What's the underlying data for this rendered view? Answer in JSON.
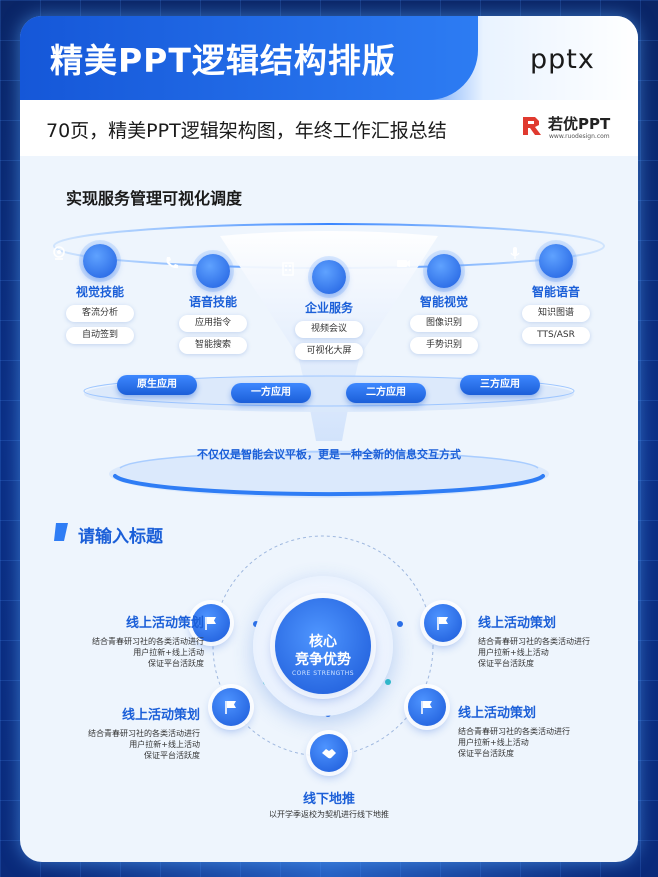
{
  "header": {
    "title": "精美PPT逻辑结构排版",
    "format": "pptx",
    "subtitle": "70页，精美PPT逻辑架构图，年终工作汇报总结",
    "brand_name": "若优PPT",
    "brand_url": "www.ruodesign.com"
  },
  "section1": {
    "title": "实现服务管理可视化调度",
    "nodes": [
      {
        "icon": "vision-icon",
        "title": "视觉技能",
        "items": [
          "客流分析",
          "自动签到"
        ]
      },
      {
        "icon": "phone-icon",
        "title": "语音技能",
        "items": [
          "应用指令",
          "智能搜索"
        ]
      },
      {
        "icon": "building-icon",
        "title": "企业服务",
        "items": [
          "视频会议",
          "可视化大屏"
        ]
      },
      {
        "icon": "camera-icon",
        "title": "智能视觉",
        "items": [
          "图像识别",
          "手势识别"
        ]
      },
      {
        "icon": "voice-icon",
        "title": "智能语音",
        "items": [
          "知识图谱",
          "TTS/ASR"
        ]
      }
    ],
    "apps": [
      "原生应用",
      "一方应用",
      "二方应用",
      "三方应用"
    ],
    "platform_text": "不仅仅是智能会议平板，更是一种全新的信息交互方式"
  },
  "section2": {
    "title": "请输入标题",
    "core": {
      "line1": "核心",
      "line2": "竞争优势",
      "en": "CORE STRENGTHS"
    },
    "strategies": [
      {
        "title": "线上活动策划",
        "desc": [
          "结合青春研习社的各类活动进行",
          "用户拉新+线上活动",
          "保证平台活跃度"
        ]
      },
      {
        "title": "线上活动策划",
        "desc": [
          "结合青春研习社的各类活动进行",
          "用户拉新+线上活动",
          "保证平台活跃度"
        ]
      },
      {
        "title": "线上活动策划",
        "desc": [
          "结合青春研习社的各类活动进行",
          "用户拉新+线上活动",
          "保证平台活跃度"
        ]
      },
      {
        "title": "线上活动策划",
        "desc": [
          "结合青春研习社的各类活动进行",
          "用户拉新+线上活动",
          "保证平台活跃度"
        ]
      }
    ],
    "bottom": {
      "title": "线下地推",
      "desc": "以开学季返校为契机进行线下地推"
    }
  },
  "colors": {
    "accent": "#1b5fd8",
    "brand_red": "#e03a2f",
    "background": "#eef5fd"
  }
}
